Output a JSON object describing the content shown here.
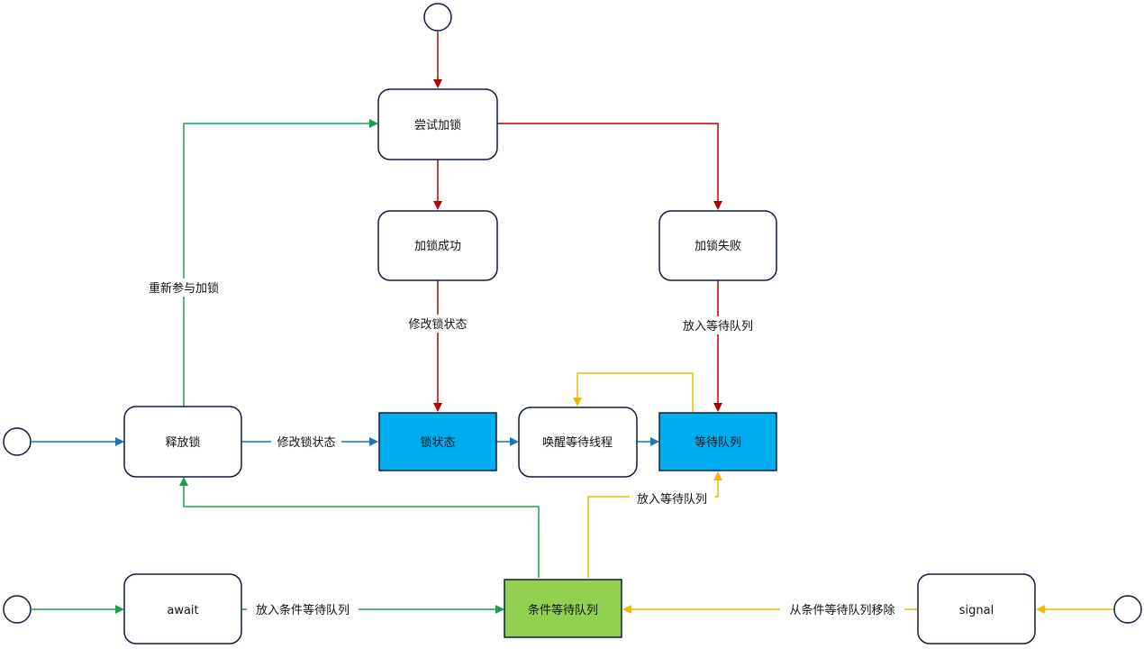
{
  "colors": {
    "red": "#b80000",
    "green": "#17a34a",
    "blue": "#1a74b8",
    "yellow": "#f5b800",
    "node_border": "#0d1b3e",
    "blue_fill": "#00adef",
    "green_fill": "#92d050"
  },
  "nodes": {
    "try_lock": "尝试加锁",
    "lock_success": "加锁成功",
    "lock_fail": "加锁失败",
    "release_lock": "释放锁",
    "lock_state": "锁状态",
    "wake_waiting": "唤醒等待线程",
    "wait_queue": "等待队列",
    "await": "await",
    "condition_queue": "条件等待队列",
    "signal": "signal"
  },
  "edges": {
    "rejoin_lock": "重新参与加锁",
    "modify_state_1": "修改锁状态",
    "enqueue_wait_1": "放入等待队列",
    "modify_state_2": "修改锁状态",
    "enqueue_wait_2": "放入等待队列",
    "enqueue_condition": "放入条件等待队列",
    "remove_condition": "从条件等待队列移除"
  }
}
